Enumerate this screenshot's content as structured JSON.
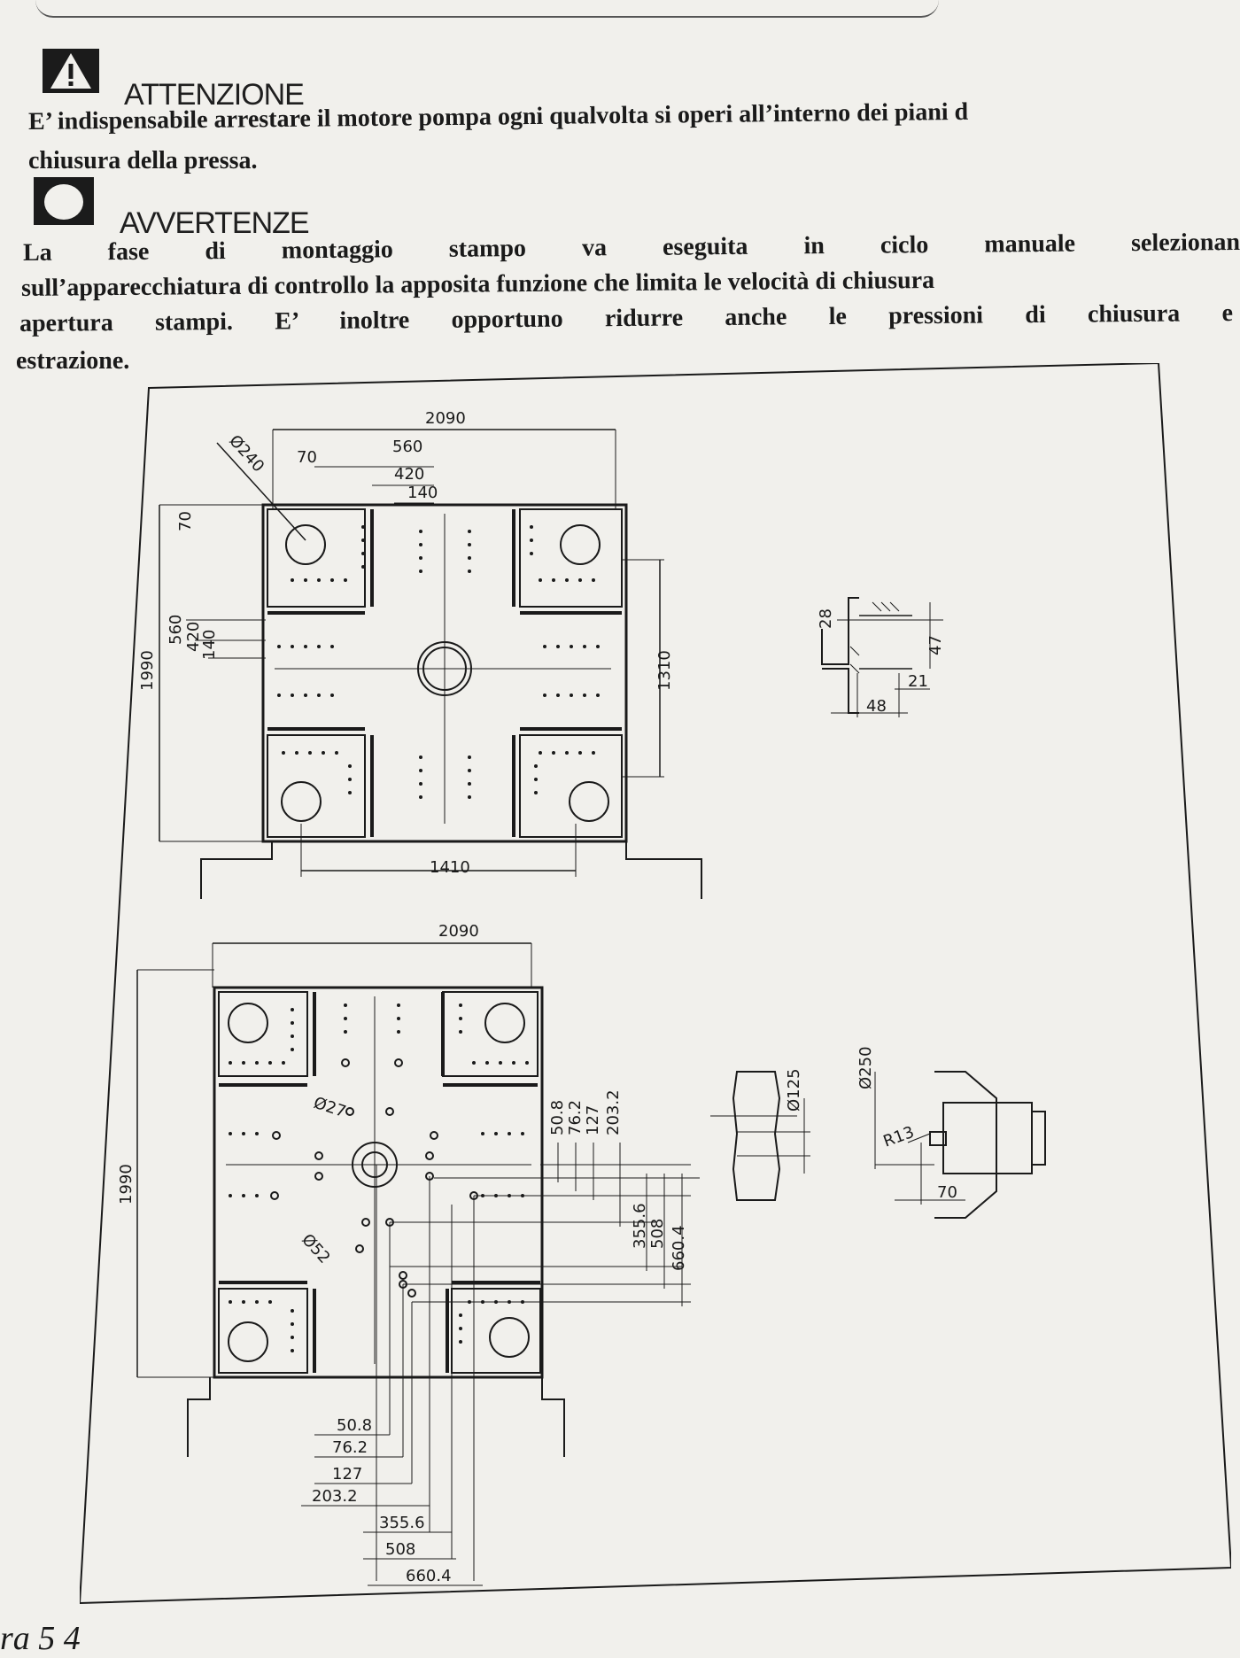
{
  "notices": {
    "attention": {
      "heading": "ATTENZIONE",
      "line1": "E’ indispensabile arrestare il motore pompa ogni qualvolta si operi all’interno dei piani d",
      "line2": "chiusura della pressa."
    },
    "warning": {
      "heading": "AVVERTENZE",
      "line1": "La fase di montaggio stampo va eseguita in ciclo manuale selezionan",
      "line2": "sull’apparecchiatura di controllo la apposita funzione che limita le velocità di chiusura",
      "line3": "apertura stampi. E’ inoltre opportuno ridurre anche le pressioni di chiusura e",
      "line4": "estrazione."
    }
  },
  "drawing": {
    "top_view": {
      "dim_width": "2090",
      "dim_height": "1990",
      "dim_70": "70",
      "dim_560": "560",
      "dim_420": "420",
      "dim_140": "140",
      "dim_diameter": "Ø240",
      "dim_1310": "1310",
      "dim_1410": "1410"
    },
    "bottom_view": {
      "dim_width": "2090",
      "dim_height": "1990",
      "dim_hole_small": "Ø27",
      "dim_hole_large": "Ø52",
      "v_dims": [
        "50.8",
        "76.2",
        "127",
        "203.2",
        "355.6",
        "508",
        "660.4"
      ],
      "h_dims": [
        "50.8",
        "76.2",
        "127",
        "203.2",
        "355.6",
        "508",
        "660.4"
      ]
    },
    "slot_detail": {
      "dim_28": "28",
      "dim_47": "47",
      "dim_21": "21",
      "dim_48": "48"
    },
    "locating_ring": {
      "dim_125": "Ø125"
    },
    "nozzle": {
      "dim_250": "Ø250",
      "dim_r13": "R13",
      "dim_70": "70"
    }
  },
  "footer": {
    "page_label": "ra 5 4"
  }
}
